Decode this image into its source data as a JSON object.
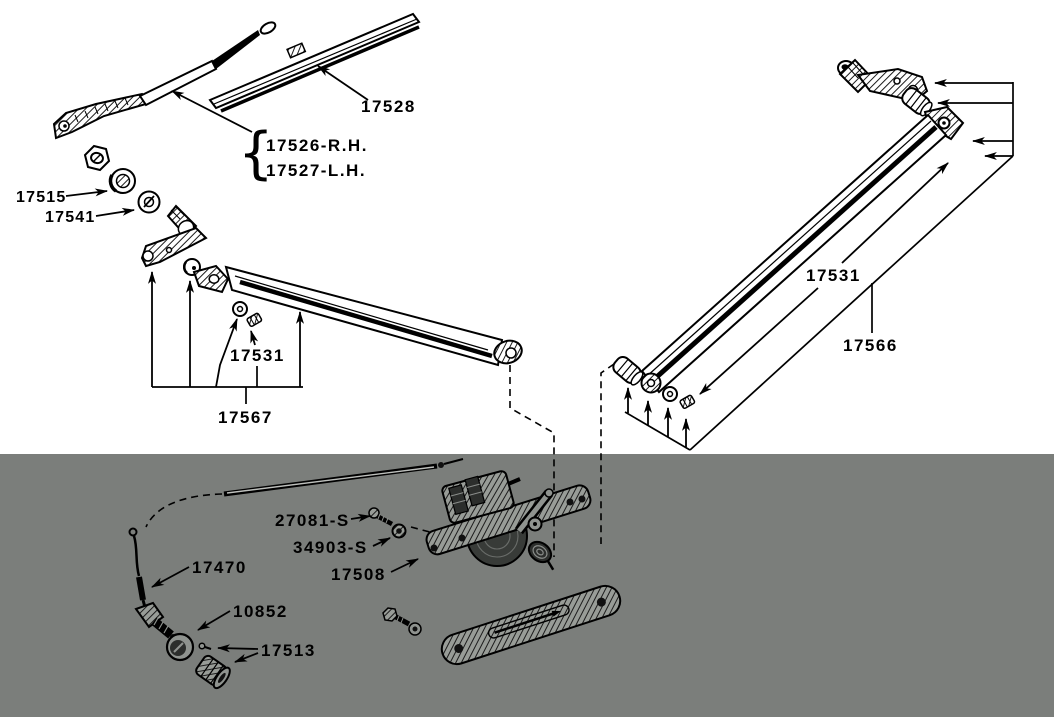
{
  "colors": {
    "paper": "#ffffff",
    "band": "#7b7e7b",
    "ink": "#000000"
  },
  "labels": {
    "wiper_blade": "17528",
    "wiper_arm_rh": "17526-R.H.",
    "wiper_arm_lh": "17527-L.H.",
    "pivot_nut": "17515",
    "pivot_spacer": "17541",
    "link_clip_left": "17531",
    "link_assembly_left": "17567",
    "link_clip_right": "17531",
    "link_assembly_right": "17566",
    "motor_mount_screw": "27081-S",
    "motor_mount_washer": "34903-S",
    "wiper_motor": "17508",
    "control_cable": "17470",
    "grommet": "10852",
    "control_knob": "17513",
    "brace_glyph": "{"
  }
}
